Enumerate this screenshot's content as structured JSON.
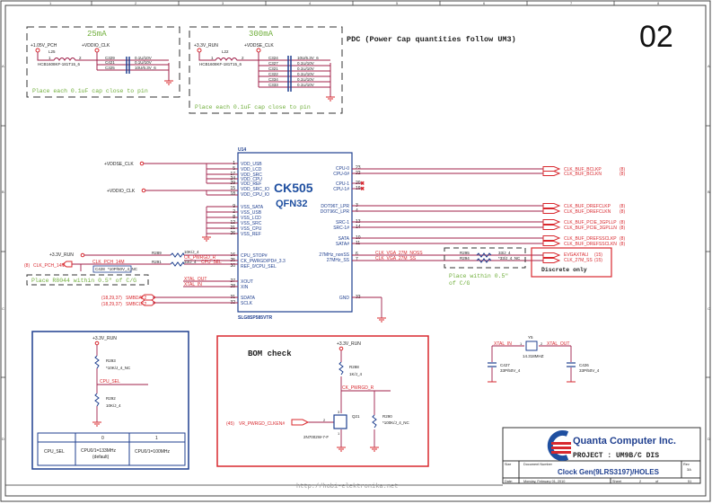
{
  "sheet": {
    "page_number_big": "02",
    "column_labels": [
      "1",
      "2",
      "3",
      "4",
      "5",
      "6",
      "7",
      "8"
    ],
    "row_labels": [
      "A",
      "B",
      "C",
      "D"
    ],
    "watermark": "http://hobi-elektronika.net"
  },
  "pdc_note": "PDC (Power Cap quantities follow UM3)",
  "block_25ma": {
    "title": "25mA",
    "source_rail": "+1.05V_PCH",
    "target_rail": "+VDDIO_CLK",
    "inductor_ref": "L25",
    "inductor_value": "HCB1608KF-181T15_6",
    "pin1": "1",
    "pin2": "2",
    "caps": [
      {
        "ref": "C329",
        "value": "0.1U/10V"
      },
      {
        "ref": "C421",
        "value": "0.1U/10V"
      },
      {
        "ref": "C325",
        "value": "10U/6.3V_6"
      }
    ],
    "note": "Place each 0.1uF cap close to pin"
  },
  "block_300ma": {
    "title": "300mA",
    "source_rail": "+3.3V_RUN",
    "target_rail": "+VDDSE_CLK",
    "inductor_ref": "L22",
    "inductor_value": "HCB1608KF-181T15_6",
    "pin1": "1",
    "pin2": "2",
    "caps": [
      {
        "ref": "C324",
        "value": "10U/6.3V_6"
      },
      {
        "ref": "C327",
        "value": "0.1U/10V"
      },
      {
        "ref": "C321",
        "value": "0.1U/10V"
      },
      {
        "ref": "C322",
        "value": "0.1U/10V"
      },
      {
        "ref": "C334",
        "value": "0.1U/10V"
      },
      {
        "ref": "C333",
        "value": "0.1U/10V"
      }
    ],
    "note": "Place each 0.1uF cap close to pin"
  },
  "ic": {
    "ref": "U14",
    "name": "CK505",
    "package": "QFN32",
    "part": "SLG8SP585VTR",
    "left_rail_1": "+VDDSE_CLK",
    "left_rail_2": "+VDDIO_CLK",
    "left_pins": [
      {
        "num": "1",
        "name": "VDD_USB"
      },
      {
        "num": "5",
        "name": "VDD_LCD"
      },
      {
        "num": "17",
        "name": "VDD_SRC"
      },
      {
        "num": "24",
        "name": "VDD_CPU"
      },
      {
        "num": "29",
        "name": "VDD_REF"
      },
      {
        "num": "15",
        "name": "VDD_SRC_IO"
      },
      {
        "num": "18",
        "name": "VDD_CPU_IO"
      },
      {
        "num": "9",
        "name": "VSS_SATA"
      },
      {
        "num": "2",
        "name": "VSS_USB"
      },
      {
        "num": "8",
        "name": "VSS_LCD"
      },
      {
        "num": "12",
        "name": "VSS_SRC"
      },
      {
        "num": "21",
        "name": "VSS_CPU"
      },
      {
        "num": "26",
        "name": "VSS_REF"
      },
      {
        "num": "16",
        "name": "CPU_STOP#"
      },
      {
        "num": "25",
        "name": "CK_PWRGD/PD#_3.3"
      },
      {
        "num": "30",
        "name": "REF_0/CPU_SEL"
      },
      {
        "num": "27",
        "name": "XOUT"
      },
      {
        "num": "28",
        "name": "XIN"
      },
      {
        "num": "31",
        "name": "SDATA"
      },
      {
        "num": "32",
        "name": "SCLK"
      }
    ],
    "right_pins": [
      {
        "num": "23",
        "name": "CPU-0"
      },
      {
        "num": "22",
        "name": "CPU-0#"
      },
      {
        "num": "20",
        "name": "CPU-1"
      },
      {
        "num": "19",
        "name": "CPU-1#"
      },
      {
        "num": "3",
        "name": "DOT96T_LPR"
      },
      {
        "num": "4",
        "name": "DOT96C_LPR"
      },
      {
        "num": "13",
        "name": "SRC-1"
      },
      {
        "num": "14",
        "name": "SRC-1#"
      },
      {
        "num": "10",
        "name": "SATA"
      },
      {
        "num": "11",
        "name": "SATA#"
      },
      {
        "num": "6",
        "name": "27MHz_nonSS"
      },
      {
        "num": "7",
        "name": "27MHz_SS"
      },
      {
        "num": "33",
        "name": "GND"
      }
    ]
  },
  "outputs": [
    {
      "net": "CLK_BUF_BCLKP",
      "ref": "(8)"
    },
    {
      "net": "CLK_BUF_BCLKN",
      "ref": "(8)"
    },
    {
      "net": "CLK_BUF_DREFCLKP",
      "ref": "(8)"
    },
    {
      "net": "CLK_BUF_DREFCLKN",
      "ref": "(8)"
    },
    {
      "net": "CLK_BUF_PCIE_3GPLLP",
      "ref": "(8)"
    },
    {
      "net": "CLK_BUF_PCIE_3GPLLN",
      "ref": "(8)"
    },
    {
      "net": "CLK_BUF_DREFSSCLKP",
      "ref": "(8)"
    },
    {
      "net": "CLK_BUF_DREFSSCLKN",
      "ref": "(8)"
    }
  ],
  "discrete": {
    "nets": [
      "CLK_VGA_27M_NOSS",
      "CLK_VGA_27M_SS"
    ],
    "resistors": [
      {
        "ref": "R295",
        "value": "33/J_4"
      },
      {
        "ref": "R294",
        "value": "*33/J_4_NC"
      }
    ],
    "outputs": [
      {
        "net": "EVGAXTALI",
        "ref": "(15)"
      },
      {
        "net": "CLK_27M_SS",
        "ref": "(15)"
      }
    ],
    "label": "Discrete only",
    "note_line1": "Place within 0.5\"",
    "note_line2": "of C/G"
  },
  "left_signals": {
    "run_rail": "+3.3V_RUN",
    "r289": {
      "ref": "R289",
      "value": "10K/J_4"
    },
    "r291": {
      "ref": "R291",
      "value": "33/J_4"
    },
    "ck_pwrgd": "CK_PWRGD_R",
    "cpu_sel": "CPU_SEL",
    "clk_pch_ref": "(8)",
    "clk_pch_port": "CLK_PCH_14M",
    "clk_pch_net": "CLK_PCH_14M",
    "c428": {
      "ref": "C428",
      "value": "*10P/50V_4_NC"
    },
    "place_note": "Place R8044 within 0.5\" of C/G",
    "xtal_out": "XTAL_OUT",
    "xtal_in": "XTAL_IN",
    "smbus": [
      {
        "ref": "(18,29,37)",
        "net": "SMBDAT2"
      },
      {
        "ref": "(18,29,37)",
        "net": "SMBCLK2"
      }
    ]
  },
  "cpu_sel_block": {
    "rail": "+3.3V_RUN",
    "r_top": {
      "ref": "R293",
      "value": "*10K/J_4_NC"
    },
    "net": "CPU_SEL",
    "r_bot": {
      "ref": "R292",
      "value": "10K/J_4"
    },
    "table": {
      "headers": [
        "",
        "0",
        "1"
      ],
      "rows": [
        [
          "CPU_SEL",
          "CPU0/1=133MHz",
          "CPU0/1=100MHz"
        ]
      ],
      "default_note": "(default)"
    }
  },
  "bom_check": {
    "title": "BOM check",
    "rail": "+3.3V_RUN",
    "r288": {
      "ref": "R288",
      "value": "1K/J_4"
    },
    "net": "CK_PWRGD_R",
    "input_ref": "(45)",
    "input_net": "VR_PWRGD_CLKEN#",
    "q_ref": "Q21",
    "q_part": "2N7002W-7-F",
    "q_pins": [
      "3",
      "2",
      "1"
    ],
    "r290": {
      "ref": "R290",
      "value": "*100K/J_4_NC"
    }
  },
  "crystal": {
    "ref": "Y5",
    "freq": "14.318MHZ",
    "net_in": "XTAL_IN",
    "net_out": "XTAL_OUT",
    "pin1": "1",
    "pin2": "2",
    "c_left": {
      "ref": "C427",
      "value": "33P/50V_4"
    },
    "c_right": {
      "ref": "C426",
      "value": "33P/50V_4"
    }
  },
  "title_block": {
    "company": "Quanta Computer Inc.",
    "project": "PROJECT : UM9B/C DIS",
    "size_label": "Size",
    "docnum_label": "Document Number",
    "doc_title": "Clock Gen(9LRS3197)/HOLES",
    "rev_label": "Rev",
    "rev": "3A",
    "date_label": "Date:",
    "date": "Monday, February 01, 2010",
    "sheet_label": "Sheet",
    "sheet": "2",
    "of_label": "of",
    "total": "51"
  },
  "colors": {
    "wire": "#a0204a",
    "red": "#d8282e",
    "green": "#6fae3a",
    "blue": "#1f3f8f",
    "ic_title": "#1f4fa0",
    "dark": "#222222",
    "ground": "#d8282e",
    "node": "#a040a0"
  }
}
